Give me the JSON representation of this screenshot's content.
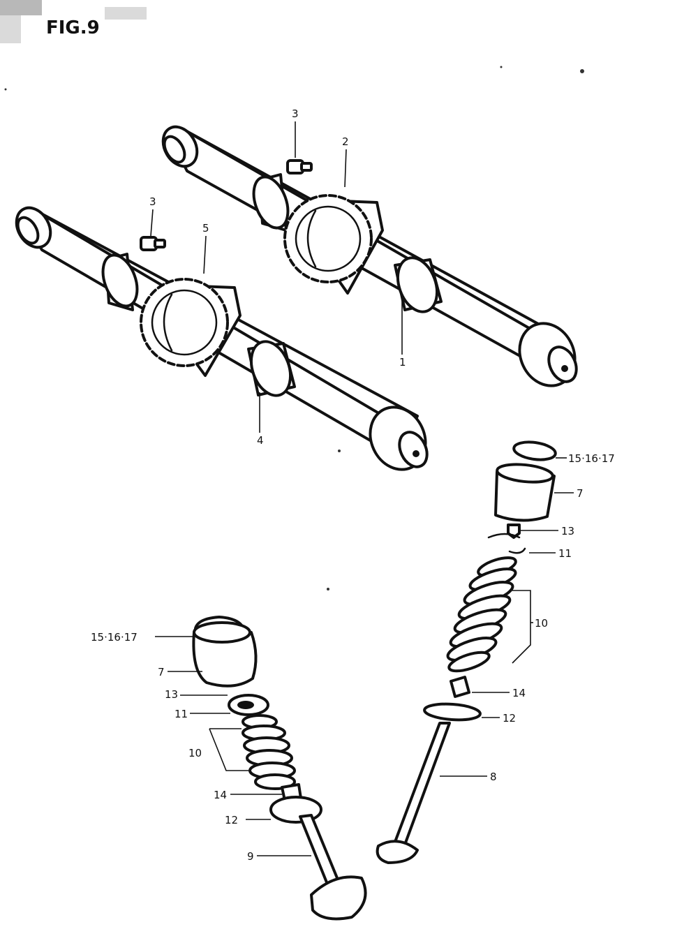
{
  "figure": {
    "title": "FIG.9"
  },
  "callouts": {
    "cam_intake_ref": "1",
    "sprocket_top_ref": "2",
    "bolt_top_ref": "3",
    "bolt_left_ref": "3",
    "cam_exhaust_ref": "4",
    "sprocket_left_ref": "5",
    "shim_right_ref": "15·16·17",
    "tappet_right_ref": "7",
    "cotter_right_ref": "13",
    "retainer_right_ref": "11",
    "spring_right_ref": "10",
    "seal_right_ref": "14",
    "seat_right_ref": "12",
    "valve_right_ref": "8",
    "shim_left_ref": "15·16·17",
    "tappet_left_ref": "7",
    "cotter_left_ref": "13",
    "retainer_left_ref": "11",
    "spring_left_ref": "10",
    "seal_left_ref": "14",
    "seat_left_ref": "12",
    "valve_left_ref": "9"
  }
}
